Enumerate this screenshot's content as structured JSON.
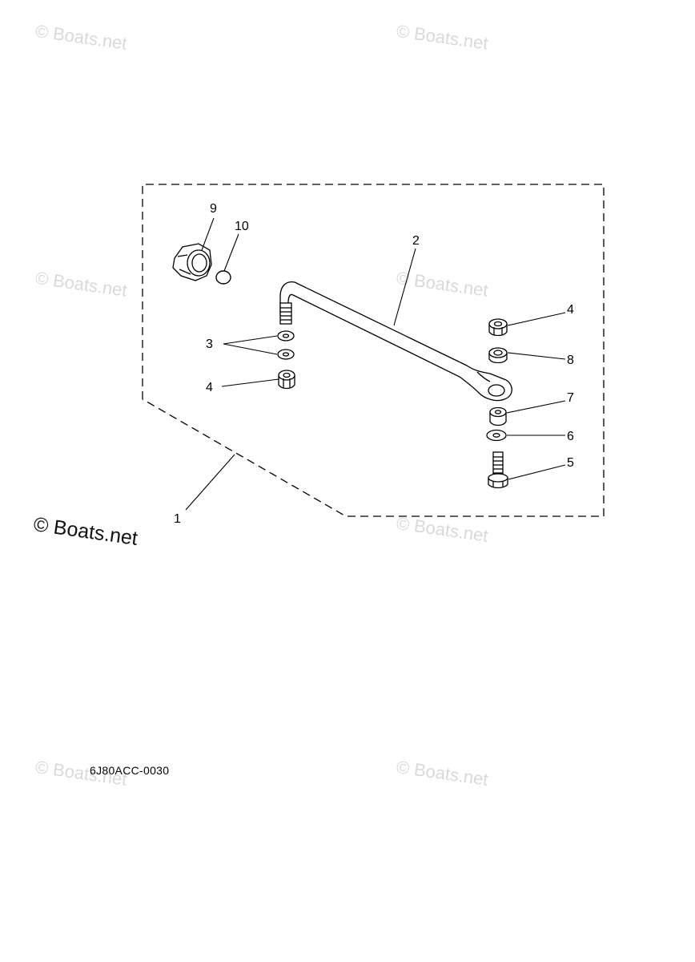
{
  "watermark_text": "© Boats.net",
  "part_code": "6J80ACC-0030",
  "callouts": [
    {
      "id": "c1",
      "label": "1"
    },
    {
      "id": "c2",
      "label": "2"
    },
    {
      "id": "c3",
      "label": "3"
    },
    {
      "id": "c4a",
      "label": "4"
    },
    {
      "id": "c4b",
      "label": "4"
    },
    {
      "id": "c5",
      "label": "5"
    },
    {
      "id": "c6",
      "label": "6"
    },
    {
      "id": "c7",
      "label": "7"
    },
    {
      "id": "c8",
      "label": "8"
    },
    {
      "id": "c9",
      "label": "9"
    },
    {
      "id": "c10",
      "label": "10"
    }
  ],
  "colors": {
    "line": "#000000",
    "watermark": "#d9d9d9"
  }
}
